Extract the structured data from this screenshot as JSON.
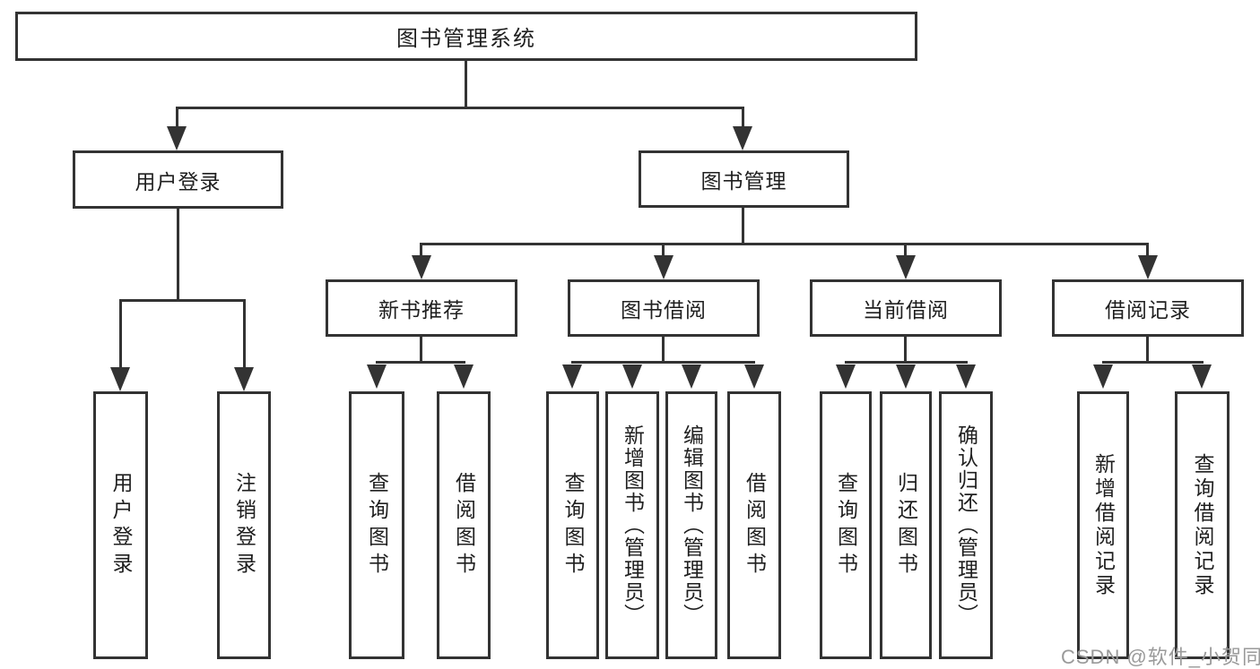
{
  "diagram_type": "hierarchy-tree",
  "colors": {
    "line": "#333333",
    "box_border": "#333333",
    "text": "#1f1f1f",
    "background": "#ffffff",
    "watermark": "#9a9a9a"
  },
  "tree": {
    "label": "图书管理系统",
    "children": [
      {
        "label": "用户登录",
        "children": [
          {
            "label": "用户登录"
          },
          {
            "label": "注销登录"
          }
        ]
      },
      {
        "label": "图书管理",
        "children": [
          {
            "label": "新书推荐",
            "children": [
              {
                "label": "查询图书"
              },
              {
                "label": "借阅图书"
              }
            ]
          },
          {
            "label": "图书借阅",
            "children": [
              {
                "label": "查询图书"
              },
              {
                "label": "新增图书（管理员）"
              },
              {
                "label": "编辑图书（管理员）"
              },
              {
                "label": "借阅图书"
              }
            ]
          },
          {
            "label": "当前借阅",
            "children": [
              {
                "label": "查询图书"
              },
              {
                "label": "归还图书"
              },
              {
                "label": "确认归还（管理员）"
              }
            ]
          },
          {
            "label": "借阅记录",
            "children": [
              {
                "label": "新增借阅记录"
              },
              {
                "label": "查询借阅记录"
              }
            ]
          }
        ]
      }
    ]
  },
  "watermark": "CSDN @软件_小贺同学"
}
